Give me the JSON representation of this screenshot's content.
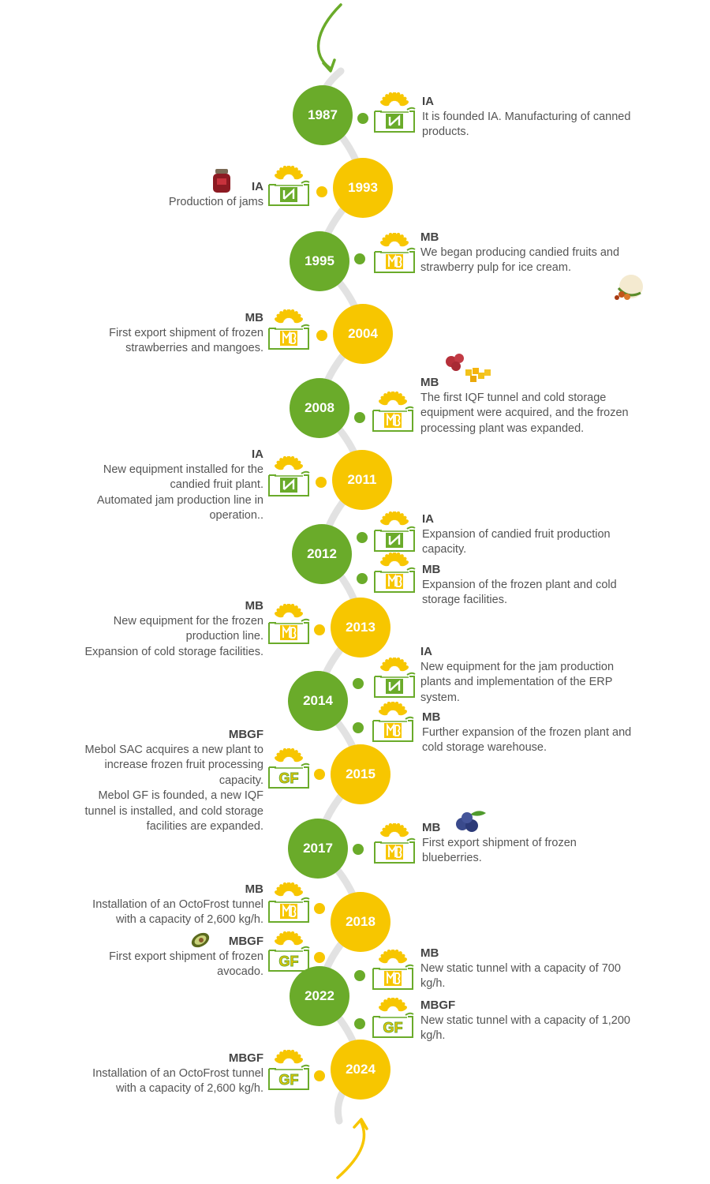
{
  "colors": {
    "green": "#6aab2a",
    "yellow": "#f7c600",
    "track": "#e2e2e2"
  },
  "milestones": [
    {
      "year": "1987",
      "color": "green",
      "entries": [
        {
          "company": "IA",
          "logo": "ia-logo",
          "lines": [
            "It is founded IA. Manufacturing of canned",
            "products."
          ]
        }
      ]
    },
    {
      "year": "1993",
      "color": "yellow",
      "entries": [
        {
          "company": "IA",
          "logo": "ia-logo",
          "lines": [
            "Production of jams"
          ]
        }
      ]
    },
    {
      "year": "1995",
      "color": "green",
      "entries": [
        {
          "company": "MB",
          "logo": "mb-logo",
          "lines": [
            "We began producing candied fruits and",
            "strawberry pulp for ice cream."
          ]
        }
      ]
    },
    {
      "year": "2004",
      "color": "yellow",
      "entries": [
        {
          "company": "MB",
          "logo": "mb-logo",
          "lines": [
            "First export shipment of frozen",
            "strawberries and mangoes."
          ]
        }
      ]
    },
    {
      "year": "2008",
      "color": "green",
      "entries": [
        {
          "company": "MB",
          "logo": "mb-logo",
          "lines": [
            "The first IQF tunnel and cold storage",
            "equipment were acquired, and the frozen",
            "processing plant was expanded."
          ]
        }
      ]
    },
    {
      "year": "2011",
      "color": "yellow",
      "entries": [
        {
          "company": "IA",
          "logo": "ia-logo",
          "lines": [
            "New equipment installed for the",
            "candied fruit plant.",
            "Automated jam production line in",
            "operation.."
          ]
        }
      ]
    },
    {
      "year": "2012",
      "color": "green",
      "entries": [
        {
          "company": "IA",
          "logo": "ia-logo",
          "lines": [
            "Expansion of candied fruit production",
            "capacity."
          ]
        },
        {
          "company": "MB",
          "logo": "mb-logo",
          "lines": [
            "Expansion of the frozen plant and cold",
            "storage facilities."
          ]
        }
      ]
    },
    {
      "year": "2013",
      "color": "yellow",
      "entries": [
        {
          "company": "MB",
          "logo": "mb-logo",
          "lines": [
            "New equipment for the frozen",
            "production line.",
            "Expansion of cold storage facilities."
          ]
        }
      ]
    },
    {
      "year": "2014",
      "color": "green",
      "entries": [
        {
          "company": "IA",
          "logo": "ia-logo",
          "lines": [
            "New equipment for the jam production",
            "plants and implementation of the ERP",
            "system."
          ]
        },
        {
          "company": "MB",
          "logo": "mb-logo",
          "lines": [
            "Further expansion of the frozen plant and",
            "cold storage warehouse."
          ]
        }
      ]
    },
    {
      "year": "2015",
      "color": "yellow",
      "entries": [
        {
          "company": "MBGF",
          "logo": "gf-logo",
          "lines": [
            "Mebol SAC acquires a new plant to",
            "increase frozen fruit processing",
            "capacity.",
            "Mebol GF is founded, a new IQF",
            "tunnel is installed, and cold storage",
            "facilities are expanded."
          ]
        }
      ]
    },
    {
      "year": "2017",
      "color": "green",
      "entries": [
        {
          "company": "MB",
          "logo": "mb-logo",
          "lines": [
            "First export shipment of frozen",
            "blueberries."
          ]
        }
      ]
    },
    {
      "year": "2018",
      "color": "yellow",
      "entries": [
        {
          "company": "MB",
          "logo": "mb-logo",
          "lines": [
            "Installation of an OctoFrost tunnel",
            "with a capacity of 2,600 kg/h."
          ]
        },
        {
          "company": "MBGF",
          "logo": "gf-logo",
          "lines": [
            "First export shipment of frozen",
            "avocado."
          ]
        }
      ]
    },
    {
      "year": "2022",
      "color": "green",
      "entries": [
        {
          "company": "MB",
          "logo": "mb-logo",
          "lines": [
            "New static tunnel with a capacity of 700",
            "kg/h."
          ]
        },
        {
          "company": "MBGF",
          "logo": "gf-logo",
          "lines": [
            "New static tunnel with a capacity of 1,200",
            "kg/h."
          ]
        }
      ]
    },
    {
      "year": "2024",
      "color": "yellow",
      "entries": [
        {
          "company": "MBGF",
          "logo": "gf-logo",
          "lines": [
            "Installation of an OctoFrost tunnel",
            "with a capacity of 2,600 kg/h."
          ]
        }
      ]
    }
  ]
}
